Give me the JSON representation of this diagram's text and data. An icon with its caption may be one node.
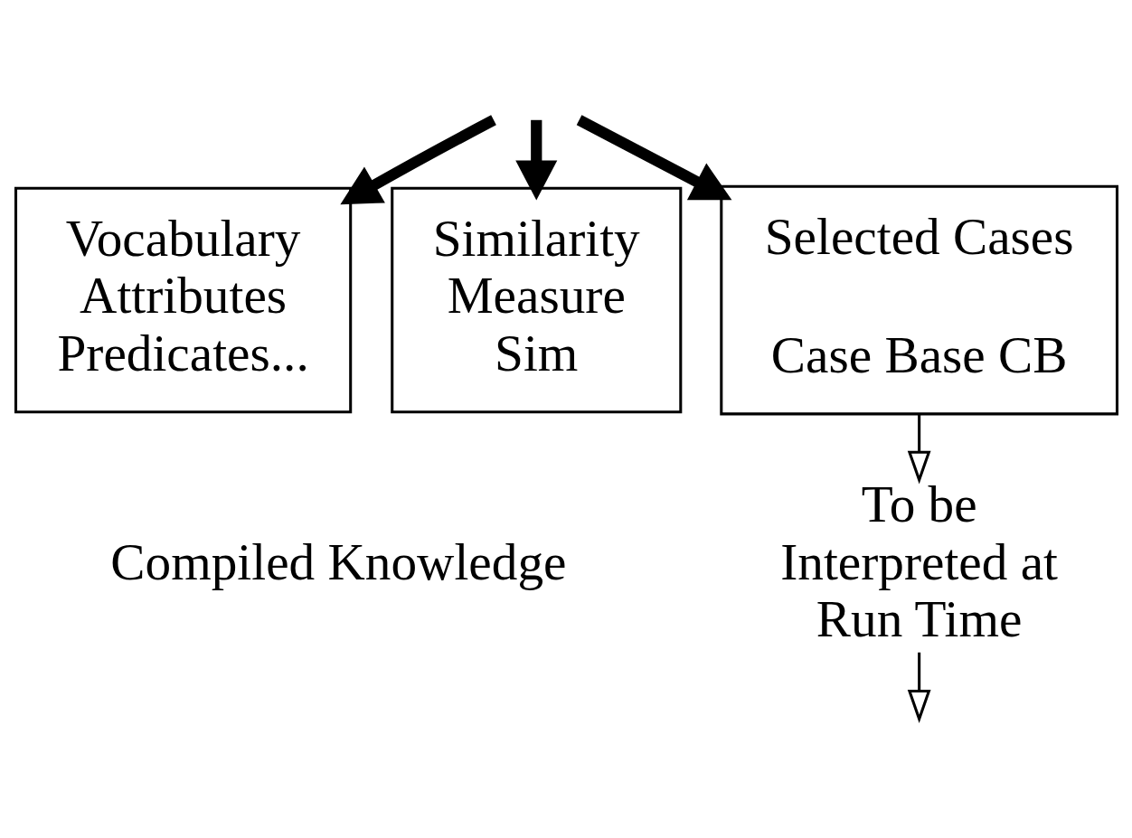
{
  "diagram": {
    "nodes": [
      {
        "text": [
          "Vocabulary Attributes Predicates..."
        ]
      },
      {
        "text": [
          "Similarity Measure Sim"
        ]
      },
      {
        "text": [
          "Selected Cases",
          "Case Base CB"
        ]
      },
      {
        "text": [
          "To be Interpreted at Run Time"
        ]
      }
    ],
    "edges": [
      {
        "from": null,
        "to": 0,
        "arrow": "to"
      },
      {
        "from": null,
        "to": 1,
        "arrow": "to"
      },
      {
        "from": null,
        "to": 2,
        "arrow": "to"
      },
      {
        "from": 2,
        "to": 3,
        "arrow": "to"
      },
      {
        "from": 3,
        "to": null,
        "arrow": "to"
      }
    ],
    "labels": [
      "Compiled Knowledge"
    ]
  }
}
